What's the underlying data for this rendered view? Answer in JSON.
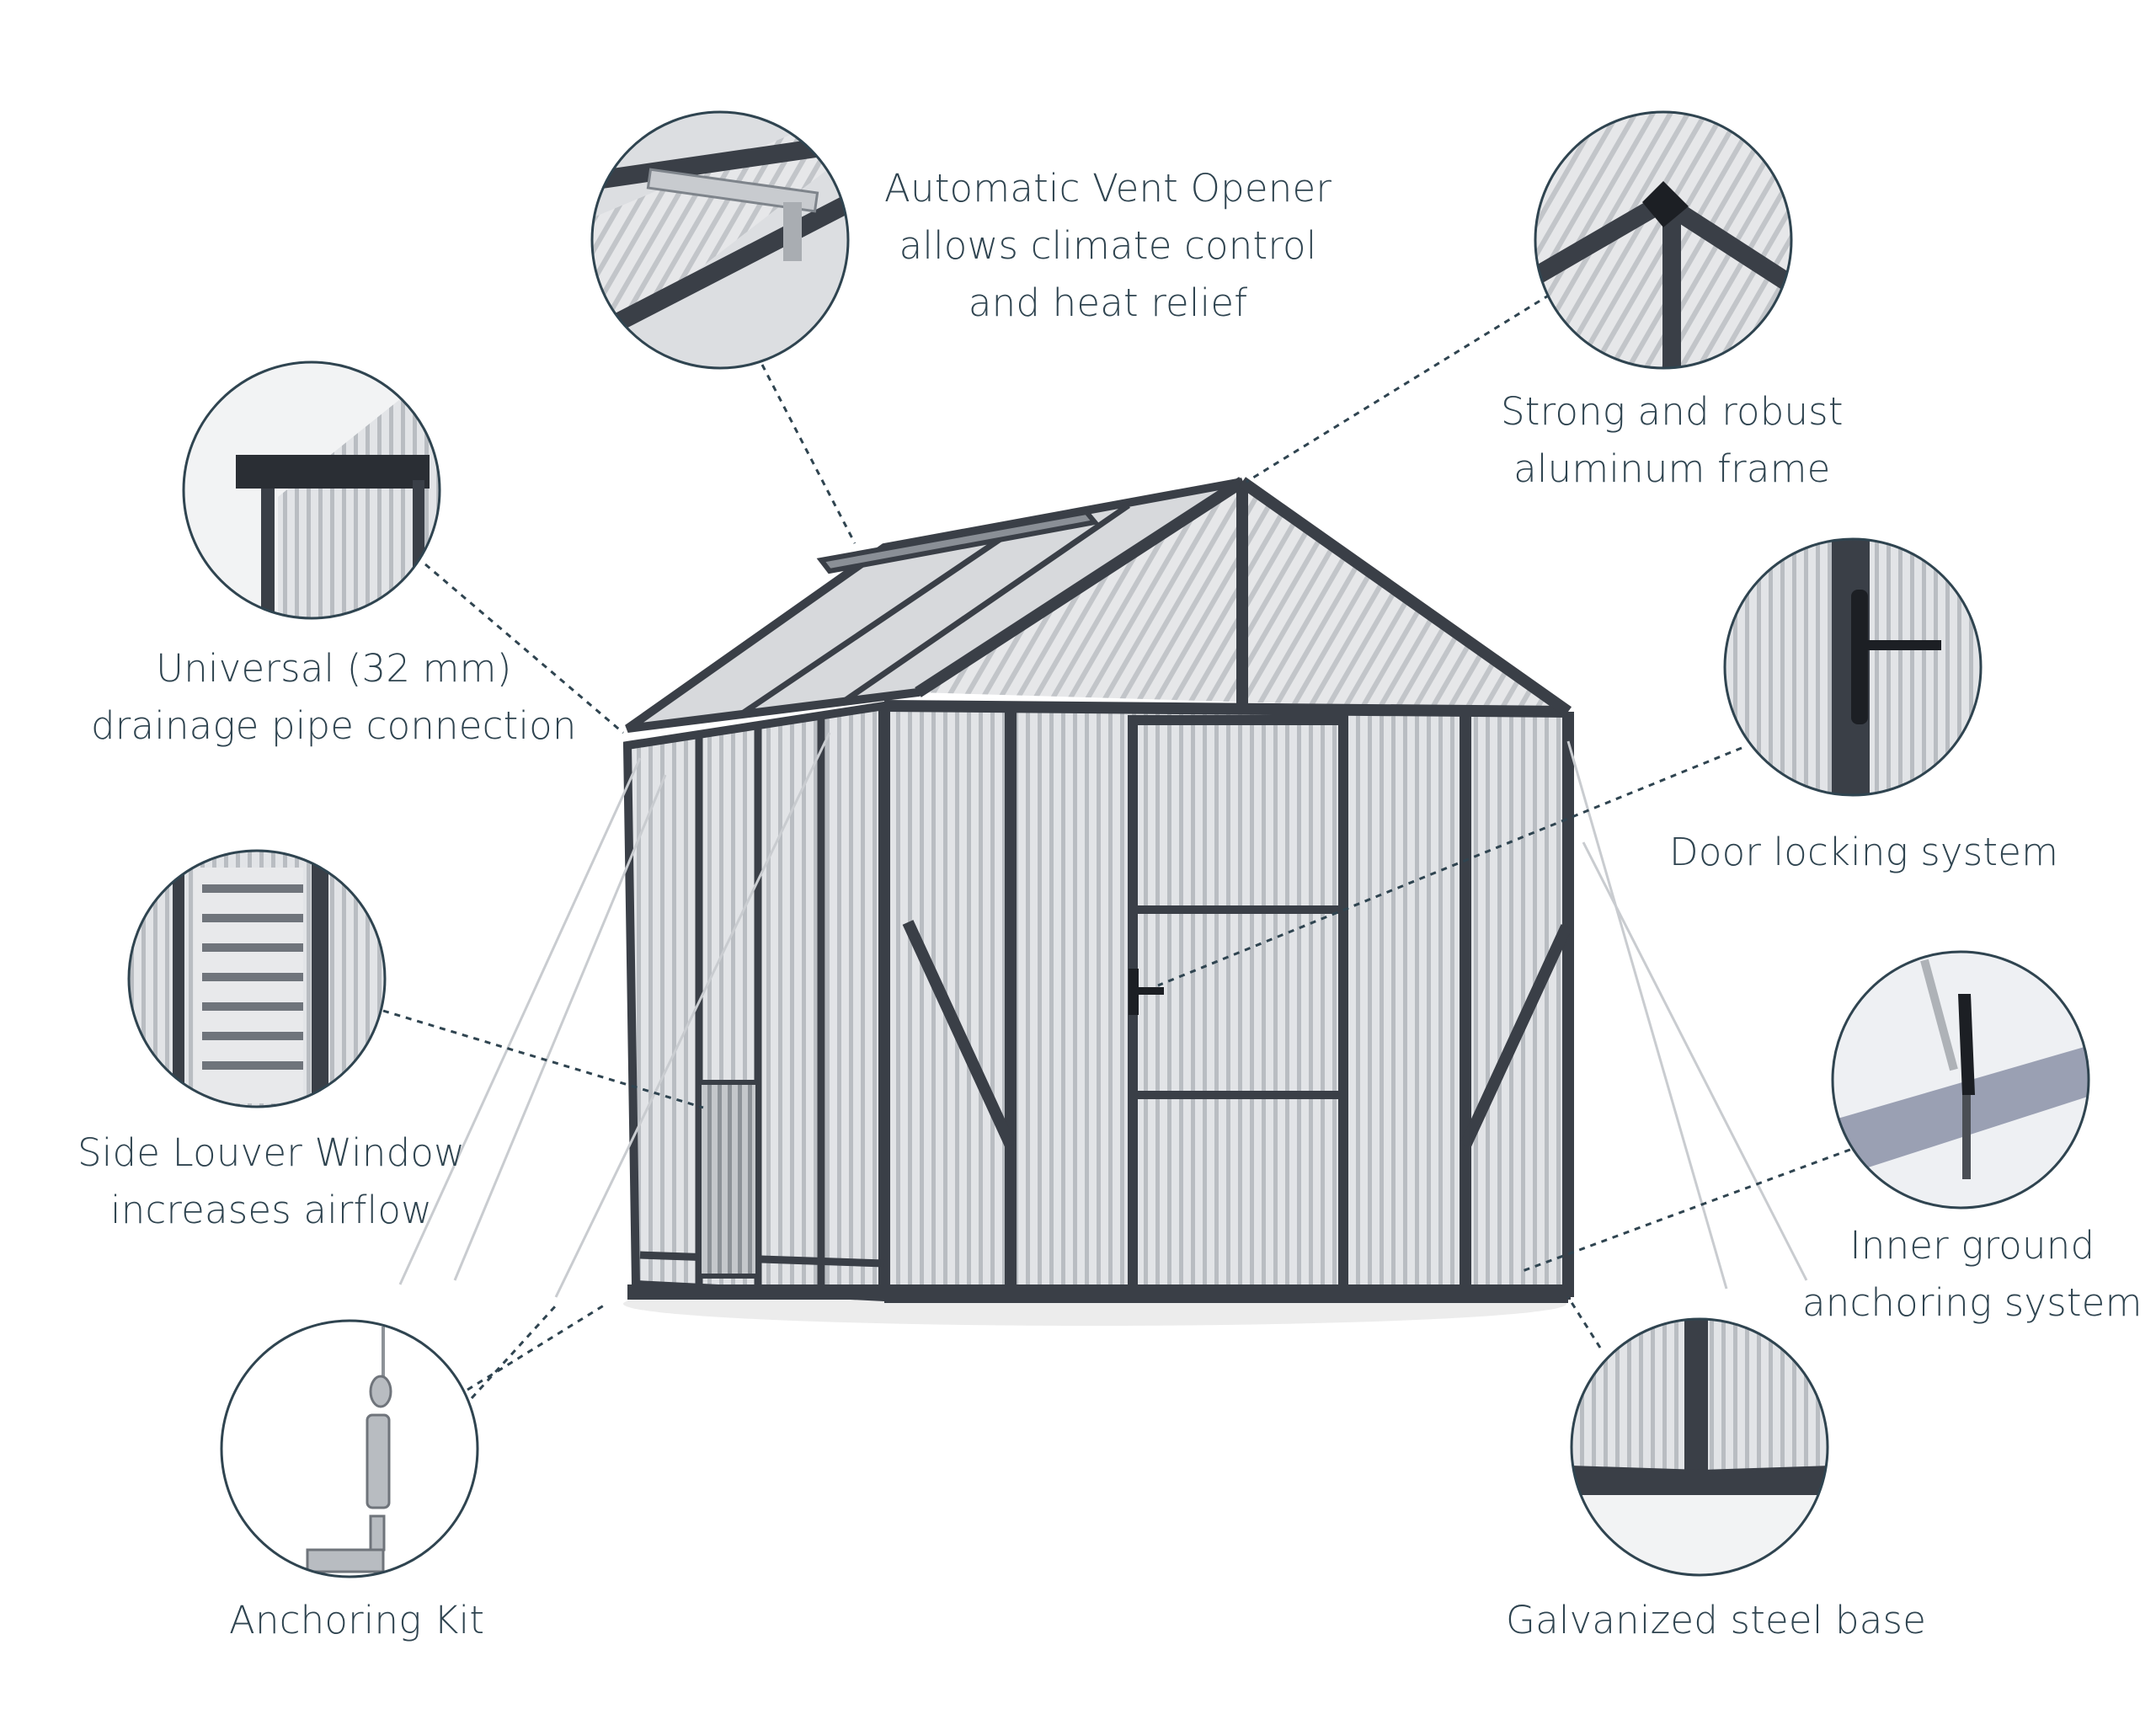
{
  "palette": {
    "frame": "#3a3f47",
    "callout": "#2f4450",
    "panel": "#c9ccd0",
    "background": "#ffffff"
  },
  "callouts": [
    {
      "id": "vent",
      "lines": [
        "Automatic Vent Opener",
        "allows climate control",
        "and heat relief"
      ],
      "icon": "vent-opener-icon"
    },
    {
      "id": "frame",
      "lines": [
        "Strong and robust",
        "aluminum frame"
      ],
      "icon": "roof-frame-icon"
    },
    {
      "id": "drain",
      "lines": [
        "Universal (32 mm)",
        "drainage pipe connection"
      ],
      "icon": "gutter-icon"
    },
    {
      "id": "door",
      "lines": [
        "Door locking system"
      ],
      "icon": "door-handle-icon"
    },
    {
      "id": "louver",
      "lines": [
        "Side Louver Window",
        "increases airflow"
      ],
      "icon": "louver-window-icon"
    },
    {
      "id": "ground",
      "lines": [
        "Inner ground",
        "anchoring system"
      ],
      "icon": "ground-anchor-icon"
    },
    {
      "id": "kit",
      "lines": [
        "Anchoring Kit"
      ],
      "icon": "turnbuckle-icon"
    },
    {
      "id": "base",
      "lines": [
        "Galvanized steel base"
      ],
      "icon": "steel-base-icon"
    }
  ]
}
